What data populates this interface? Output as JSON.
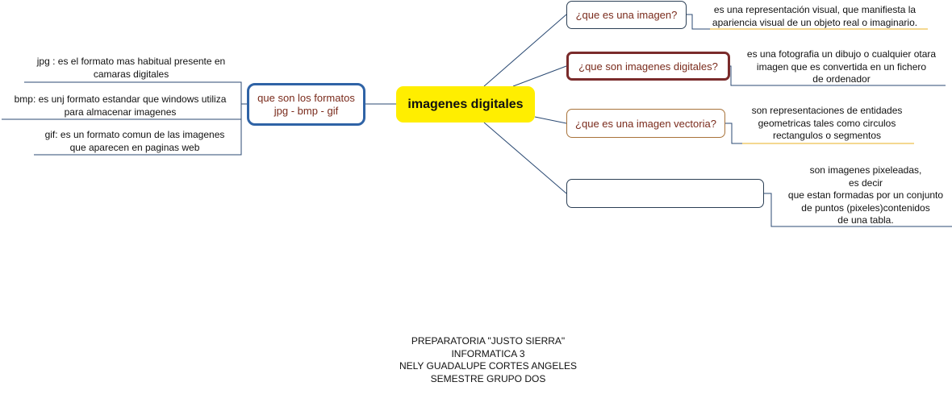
{
  "central": "imagenes digitales",
  "formats_node": [
    "que son los formatos",
    "jpg - bmp - gif"
  ],
  "left_notes": [
    [
      "jpg : es el formato mas habitual presente en",
      "camaras digitales"
    ],
    [
      "bmp: es unj formato estandar que windows utiliza",
      "para almacenar imagenes"
    ],
    [
      "gif: es un formato comun de las imagenes",
      "que aparecen en paginas web"
    ]
  ],
  "questions": [
    "¿que es una imagen?",
    "¿que son imagenes digitales?",
    "¿que es una imagen vectoria?",
    ""
  ],
  "answers": [
    [
      "es una representación visual, que manifiesta la",
      "apariencia visual de un objeto real o imaginario."
    ],
    [
      "es una fotografia un dibujo o cualquier otara",
      "imagen que es convertida en un fichero",
      "de ordenador"
    ],
    [
      "son representaciones de entidades",
      "geometricas tales como circulos",
      "rectangulos o segmentos"
    ],
    [
      "son imagenes pixeleadas,",
      "es decir",
      "que estan formadas por un conjunto",
      "de puntos (pixeles)contenidos",
      "de una tabla."
    ]
  ],
  "footer": [
    "PREPARATORIA \"JUSTO SIERRA\"",
    "INFORMATICA 3",
    "NELY GUADALUPE CORTES ANGELES",
    "SEMESTRE GRUPO DOS"
  ],
  "colors": {
    "central_fill": "#ffee00",
    "formats_border": "#2f63a6",
    "question_text": "#7a2b1c",
    "highlight_line": "#e8b020",
    "link": "#2b4a73"
  }
}
